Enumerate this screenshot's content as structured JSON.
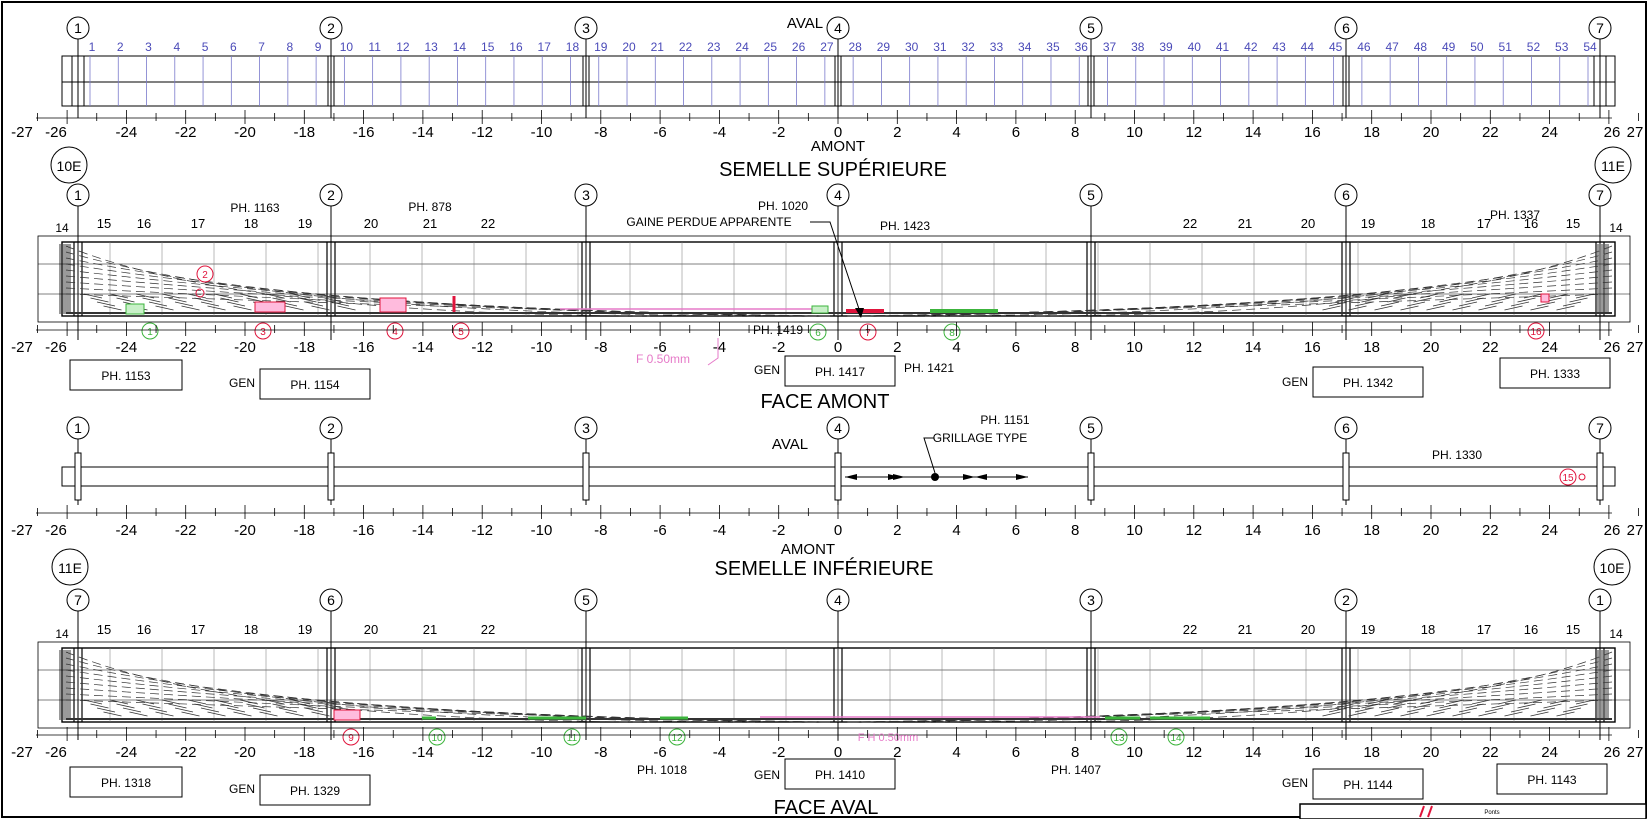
{
  "axes_top": [
    "1",
    "2",
    "3",
    "4",
    "5",
    "6",
    "7"
  ],
  "axes_bottom_order": [
    "7",
    "6",
    "5",
    "4",
    "3",
    "2",
    "1"
  ],
  "scale_labels": [
    "-27",
    "-26",
    "-24",
    "-22",
    "-20",
    "-18",
    "-16",
    "-14",
    "-12",
    "-10",
    "-8",
    "-6",
    "-4",
    "-2",
    "0",
    "2",
    "4",
    "6",
    "8",
    "10",
    "12",
    "14",
    "16",
    "18",
    "20",
    "22",
    "24",
    "26",
    "27"
  ],
  "section_top": {
    "aval_label": "AVAL",
    "amont_label": "AMONT",
    "title": "SEMELLE SUPÉRIEURE",
    "panel_numbers": [
      "1",
      "2",
      "3",
      "4",
      "5",
      "6",
      "7",
      "8",
      "9",
      "10",
      "11",
      "12",
      "13",
      "14",
      "15",
      "16",
      "17",
      "18",
      "19",
      "20",
      "21",
      "22",
      "23",
      "24",
      "25",
      "26",
      "27",
      "28",
      "29",
      "30",
      "31",
      "32",
      "33",
      "34",
      "35",
      "36",
      "37",
      "38",
      "39",
      "40",
      "41",
      "42",
      "43",
      "44",
      "45",
      "46",
      "47",
      "48",
      "49",
      "50",
      "51",
      "52",
      "53",
      "54"
    ]
  },
  "face_amont": {
    "title": "FACE AMONT",
    "end_left": "10E",
    "end_right": "11E",
    "cable_numbers_left": [
      "14",
      "15",
      "16",
      "17",
      "18",
      "19",
      "20",
      "21",
      "22"
    ],
    "cable_numbers_right": [
      "22",
      "21",
      "20",
      "19",
      "18",
      "17",
      "16",
      "15",
      "14"
    ],
    "photos": [
      "PH. 1163",
      "PH. 878",
      "PH. 1020",
      "PH. 1423",
      "PH. 1337",
      "PH. 1419",
      "PH. 1421"
    ],
    "callout_gaine": "GAINE PERDUE APPARENTE",
    "crack_label": "F 0.50mm",
    "boxes": {
      "b1": "PH. 1153",
      "b2": "PH. 1154",
      "b3": "PH. 1417",
      "b4": "PH. 1342",
      "b5": "PH. 1333"
    },
    "gen": "GEN",
    "markers": [
      "1",
      "2",
      "3",
      "4",
      "5",
      "6",
      "7",
      "8",
      "16"
    ]
  },
  "section_bottom": {
    "aval_label": "AVAL",
    "amont_label": "AMONT",
    "title": "SEMELLE INFÉRIEURE",
    "photo_a": "PH. 1151",
    "callout_grillage": "GRILLAGE TYPE",
    "photo_b": "PH. 1330",
    "marker": "15"
  },
  "face_aval": {
    "title": "FACE AVAL",
    "end_left": "11E",
    "end_right": "10E",
    "photos": [
      "PH. 1018",
      "PH. 1407"
    ],
    "crack_label": "F H 0.50mm",
    "boxes": {
      "b1": "PH. 1318",
      "b2": "PH. 1329",
      "b3": "PH. 1410",
      "b4": "PH. 1144",
      "b5": "PH. 1143"
    },
    "gen": "GEN",
    "markers": [
      "9",
      "10",
      "11",
      "12",
      "13",
      "14"
    ]
  },
  "title_block": {
    "text": "Ponts"
  },
  "colors": {
    "line": "#000000",
    "panel_lines": "#7a7acc",
    "panel_text": "#4a4ab8",
    "defect_red": "#e0143c",
    "defect_green": "#3cb43c",
    "crack_pink": "#e67ac8"
  }
}
